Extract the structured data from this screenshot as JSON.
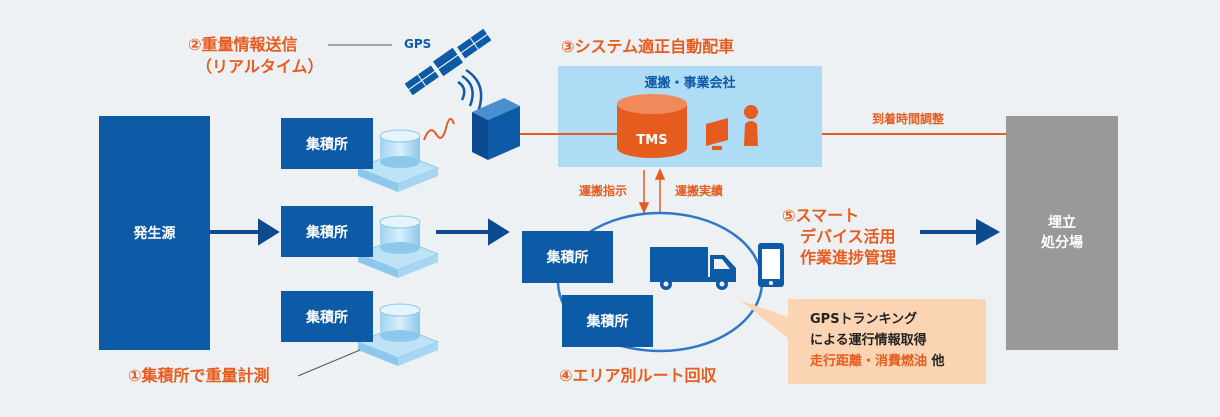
{
  "labels": {
    "source": "発生源",
    "landfill_line1": "埋立",
    "landfill_line2": "処分場",
    "collection_point": "集積所",
    "company": "運搬・事業会社",
    "tms": "TMS",
    "gps": "GPS",
    "transport_instruction": "運搬指示",
    "transport_record": "運搬実績",
    "arrival_adjust": "到着時間調整"
  },
  "steps": {
    "step1": "①集積所で重量計測",
    "step2_line1": "②重量情報送信",
    "step2_line2": "（リアルタイム）",
    "step3": "③システム適正自動配車",
    "step4": "④エリア別ルート回収",
    "step5_line1": "⑤スマート",
    "step5_line2": "デバイス活用",
    "step5_line3": "作業進捗管理"
  },
  "callout": {
    "line1": "GPSトランキング",
    "line2": "による運行情報取得",
    "line3_orange": "走行距離・消費燃油",
    "line3_tail": "他"
  },
  "colors": {
    "primary_blue": "#0d5aa7",
    "accent_orange": "#e65c1e",
    "light_blue_panel": "#aedcf5",
    "landfill_gray": "#999999",
    "callout_bg": "#fbd4b4"
  }
}
